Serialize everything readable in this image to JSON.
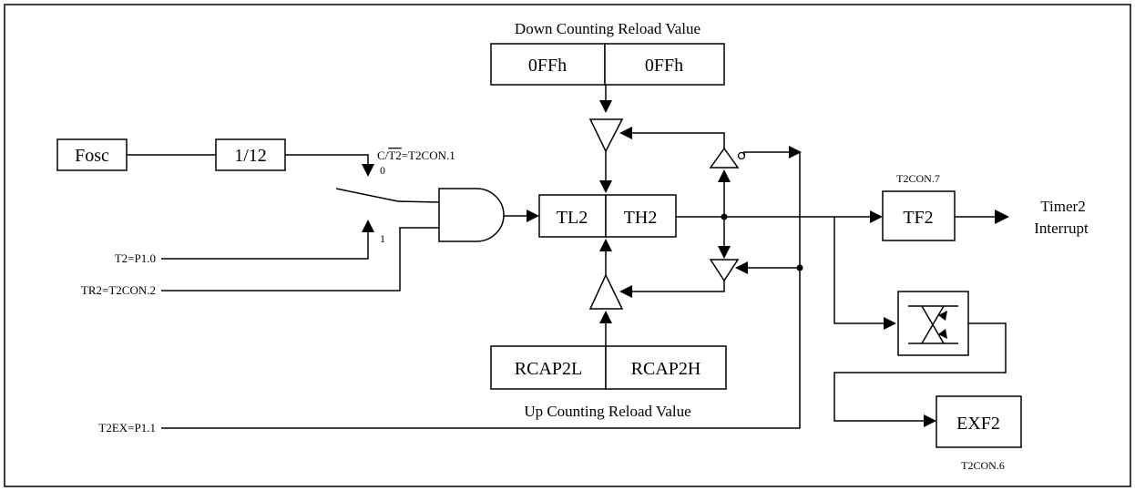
{
  "blocks": {
    "fosc": "Fosc",
    "div12": "1/12",
    "tl2": "TL2",
    "th2": "TH2",
    "down_l": "0FFh",
    "down_h": "0FFh",
    "rcap2l": "RCAP2L",
    "rcap2h": "RCAP2H",
    "tf2": "TF2",
    "exf2": "EXF2"
  },
  "labels": {
    "down_reload": "Down Counting Reload Value",
    "up_reload": "Up Counting Reload Value",
    "ct2_prefix": "C/",
    "ct2_overbar": "T2",
    "ct2_suffix": "=T2CON.1",
    "switch_0": "0",
    "switch_1": "1",
    "t2_pin": "T2=P1.0",
    "tr2": "TR2=T2CON.2",
    "t2ex": "T2EX=P1.1",
    "tf2_reg": "T2CON.7",
    "exf2_reg": "T2CON.6",
    "timer2": "Timer2",
    "interrupt": "Interrupt"
  }
}
